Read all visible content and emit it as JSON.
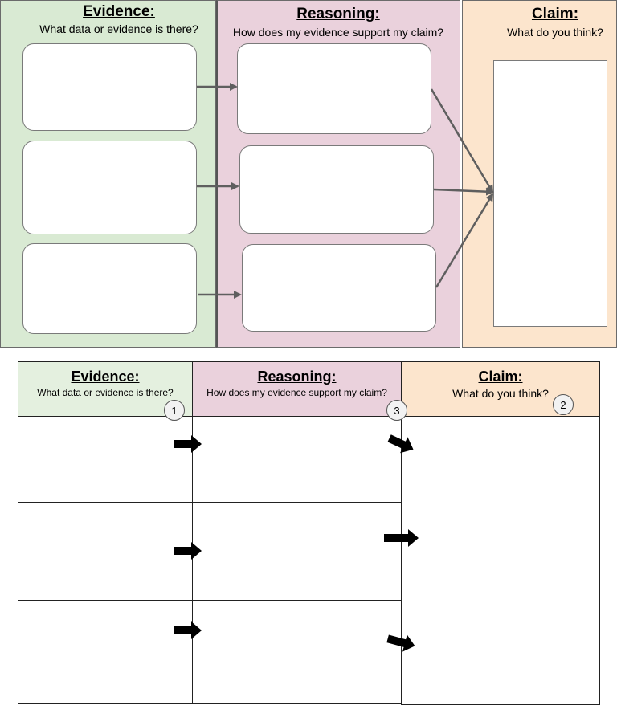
{
  "colors": {
    "evidence": "#d9ead3",
    "reasoning": "#ead1dc",
    "claim": "#fce5cd",
    "evidence_light": "#e4f0df",
    "connector": "#5f5f5f",
    "table_arrow": "#000000"
  },
  "top_diagram": {
    "evidence": {
      "title": "Evidence:",
      "subtitle": "What data or evidence is there?"
    },
    "reasoning": {
      "title": "Reasoning:",
      "subtitle": "How does my evidence support my claim?"
    },
    "claim": {
      "title": "Claim:",
      "subtitle": "What do you think?"
    }
  },
  "bottom_table": {
    "evidence": {
      "title": "Evidence:",
      "subtitle": "What data or evidence is there?",
      "badge": "1"
    },
    "reasoning": {
      "title": "Reasoning:",
      "subtitle": "How does my evidence support my claim?",
      "badge": "3"
    },
    "claim": {
      "title": "Claim:",
      "subtitle": "What do you think?",
      "badge": "2"
    }
  }
}
